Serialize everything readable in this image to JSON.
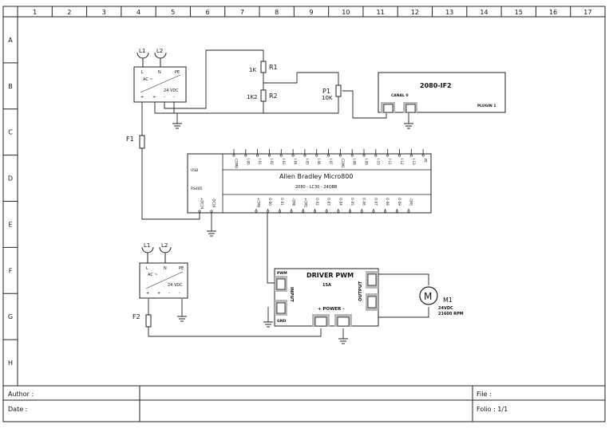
{
  "frame": {
    "columns": [
      "1",
      "2",
      "3",
      "4",
      "5",
      "6",
      "7",
      "8",
      "9",
      "10",
      "11",
      "12",
      "13",
      "14",
      "15",
      "16",
      "17"
    ],
    "rows": [
      "A",
      "B",
      "C",
      "D",
      "E",
      "F",
      "G",
      "H"
    ]
  },
  "title_block": {
    "author_label": "Author :",
    "date_label": "Date :",
    "file_label": "File :",
    "folio_label": "Folio : 1/1"
  },
  "psu1": {
    "l1_tag": "L1",
    "l2_tag": "L2",
    "terminals": [
      "L",
      "N",
      "PE"
    ],
    "ac_label": "AC ~",
    "dc_label": "24 VDC",
    "out_terminals": [
      "+",
      "+",
      "-",
      "-"
    ]
  },
  "psu2": {
    "l1_tag": "L1",
    "l2_tag": "L2",
    "terminals": [
      "L",
      "N",
      "PE"
    ],
    "ac_label": "AC ~",
    "dc_label": "24 VDC",
    "out_terminals": [
      "+",
      "+",
      "-",
      "-"
    ]
  },
  "fuses": {
    "f1": "F1",
    "f2": "F2"
  },
  "resistors": {
    "r1_label": "R1",
    "r1_value": "1K",
    "r2_label": "R2",
    "r2_value": "1K2",
    "p1_label": "P1",
    "p1_value": "10K"
  },
  "plugin": {
    "title": "2080-IF2",
    "channel": "CANAL 0",
    "slot": "PLUGIN 1"
  },
  "plc": {
    "title": "Allen Bradley Micro800",
    "model": "2080 - LC30 - 24QBB",
    "left_ports": [
      "USB",
      "RS485"
    ],
    "top_pins": [
      "COM0",
      "I-00",
      "I-01",
      "I-02",
      "I-03",
      "I-04",
      "I-05",
      "I-06",
      "I-07",
      "COM1",
      "I-08",
      "I-09",
      "I-10",
      "I-11",
      "I-12",
      "I-13",
      "PE"
    ],
    "bottom_pins_left": [
      "+DC24",
      "-DC24"
    ],
    "bottom_pins": [
      "+CM0",
      "O-00",
      "O-01",
      "-CM0",
      "+CM1",
      "O-02",
      "O-03",
      "O-04",
      "O-05",
      "O-06",
      "O-07",
      "O-08",
      "O-09",
      "-CM1"
    ]
  },
  "driver": {
    "title": "DRIVER PWM",
    "current": "15A",
    "input_label": "INPUT",
    "output_label": "OUTPUT",
    "power_label": "+ POWER -",
    "pwm_label": "PWM",
    "gnd_label": "GND"
  },
  "motor": {
    "symbol": "M",
    "tag": "M1",
    "spec1": "24VDC",
    "spec2": "21600 RPM"
  }
}
